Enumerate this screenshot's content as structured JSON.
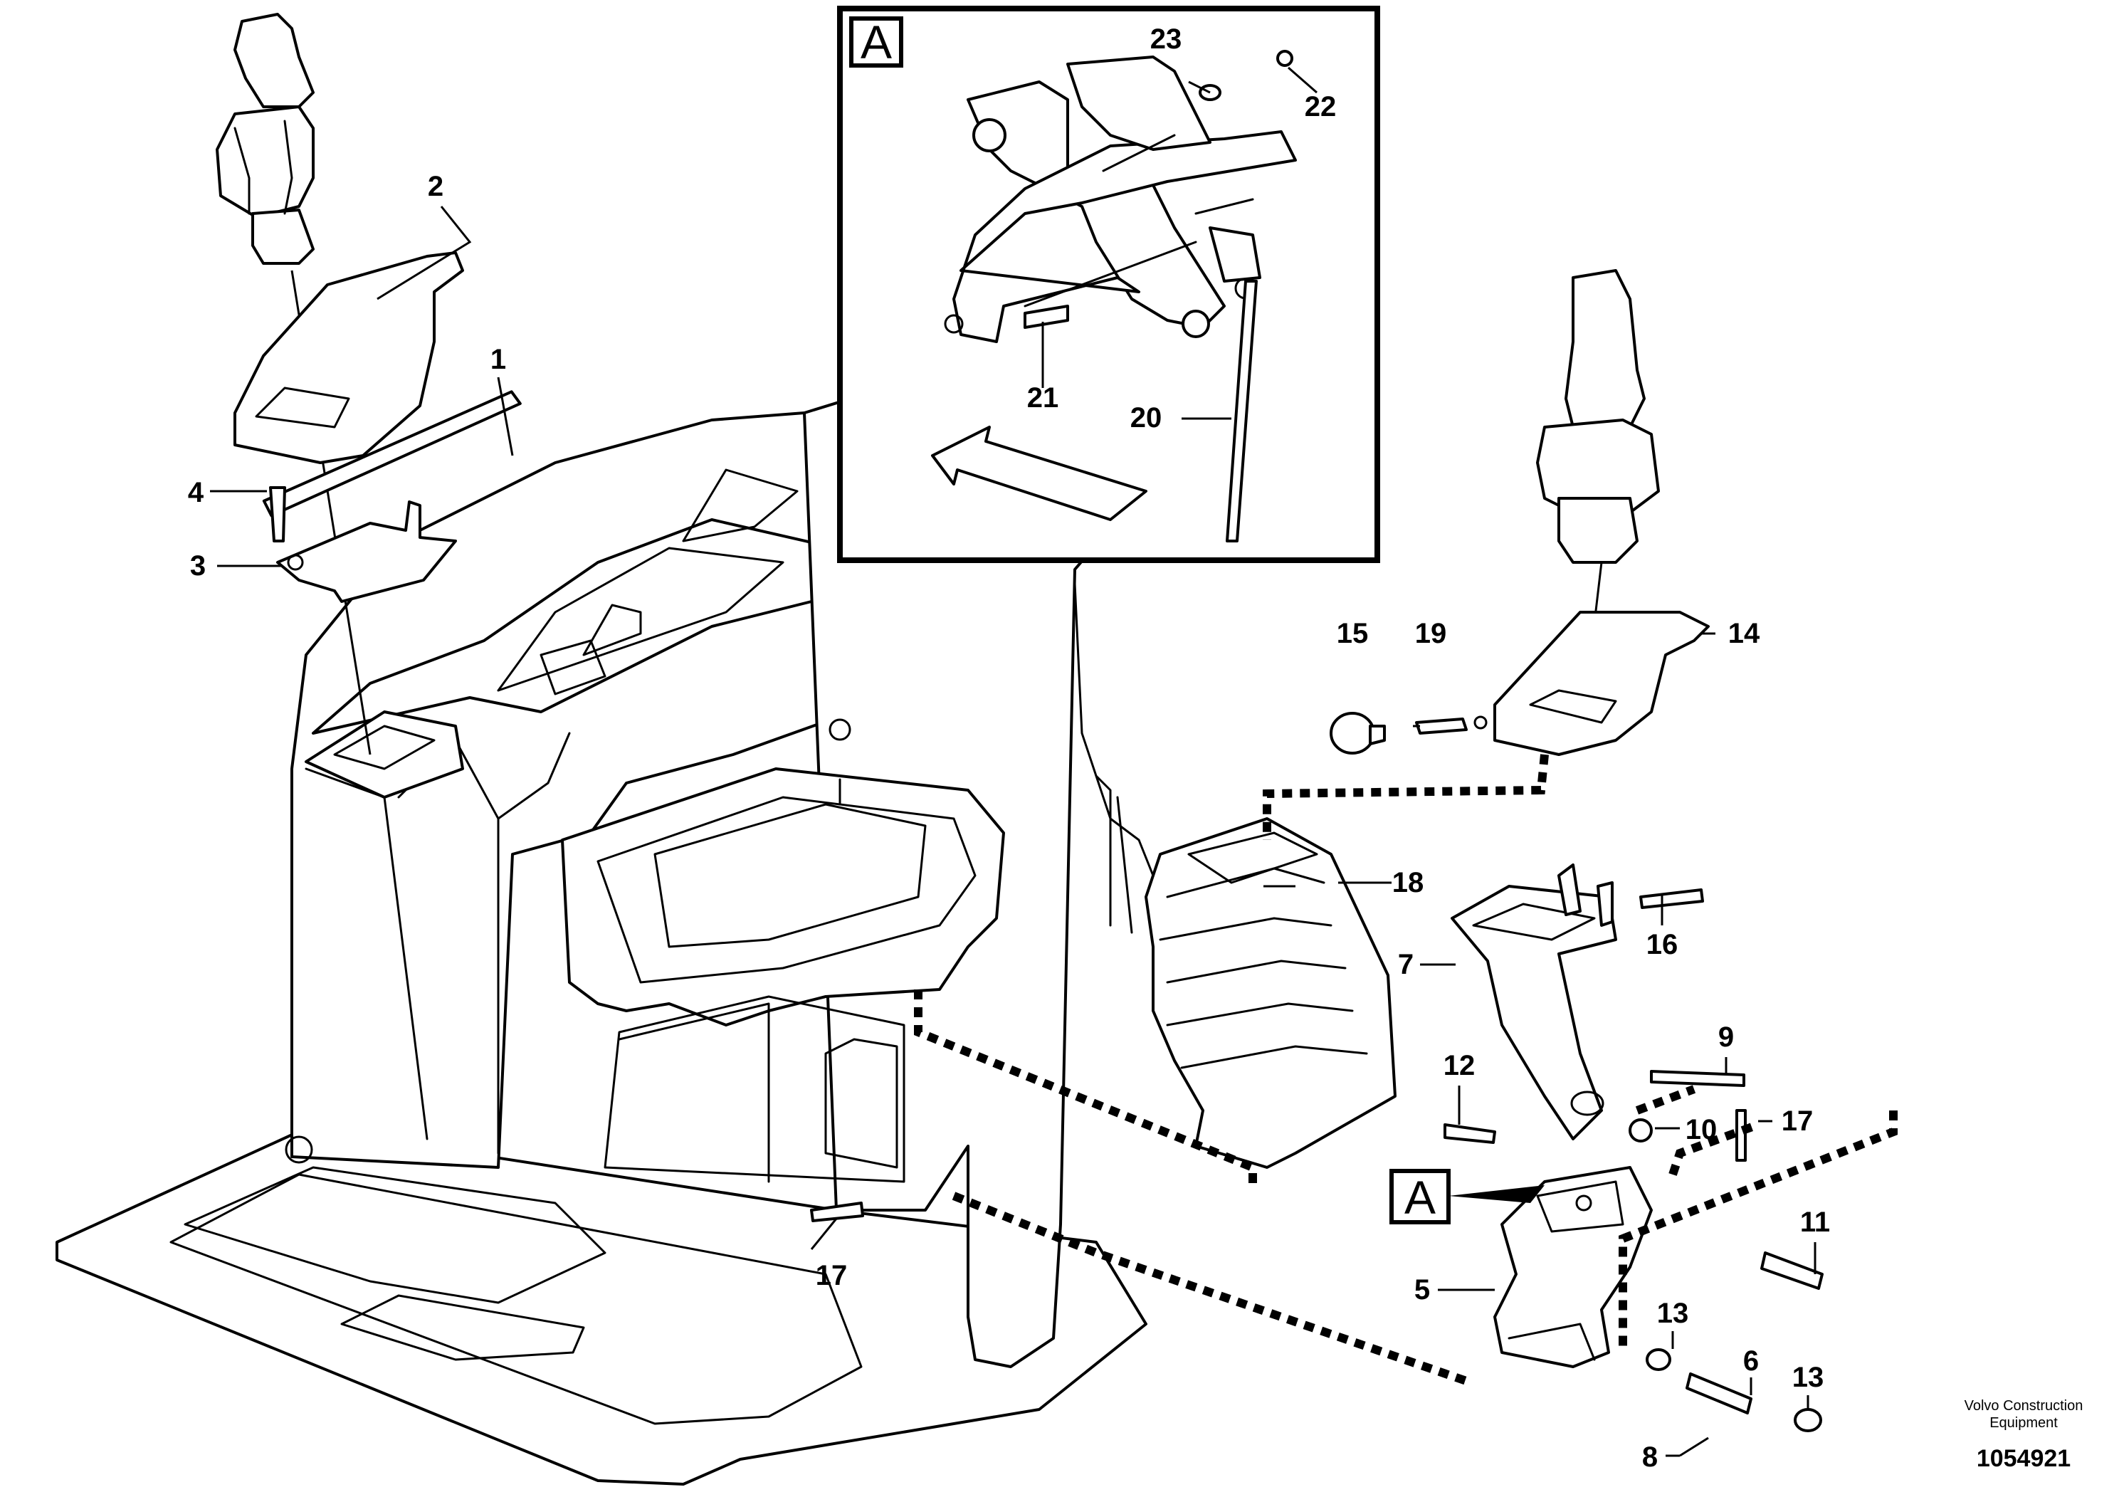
{
  "detail_label": "A",
  "callouts": [
    {
      "id": "c1",
      "text": "1"
    },
    {
      "id": "c2",
      "text": "2"
    },
    {
      "id": "c3",
      "text": "3"
    },
    {
      "id": "c4",
      "text": "4"
    },
    {
      "id": "c5",
      "text": "5"
    },
    {
      "id": "c6",
      "text": "6"
    },
    {
      "id": "c7",
      "text": "7"
    },
    {
      "id": "c8",
      "text": "8"
    },
    {
      "id": "c9",
      "text": "9"
    },
    {
      "id": "c10",
      "text": "10"
    },
    {
      "id": "c11",
      "text": "11"
    },
    {
      "id": "c12",
      "text": "12"
    },
    {
      "id": "c13a",
      "text": "13"
    },
    {
      "id": "c13b",
      "text": "13"
    },
    {
      "id": "c14",
      "text": "14"
    },
    {
      "id": "c15",
      "text": "15"
    },
    {
      "id": "c16",
      "text": "16"
    },
    {
      "id": "c17a",
      "text": "17"
    },
    {
      "id": "c17b",
      "text": "17"
    },
    {
      "id": "c18",
      "text": "18"
    },
    {
      "id": "c19",
      "text": "19"
    },
    {
      "id": "c20",
      "text": "20"
    },
    {
      "id": "c21",
      "text": "21"
    },
    {
      "id": "c22",
      "text": "22"
    },
    {
      "id": "c23",
      "text": "23"
    }
  ],
  "brand": {
    "line1": "Volvo Construction",
    "line2": "Equipment"
  },
  "drawing_number": "1054921"
}
